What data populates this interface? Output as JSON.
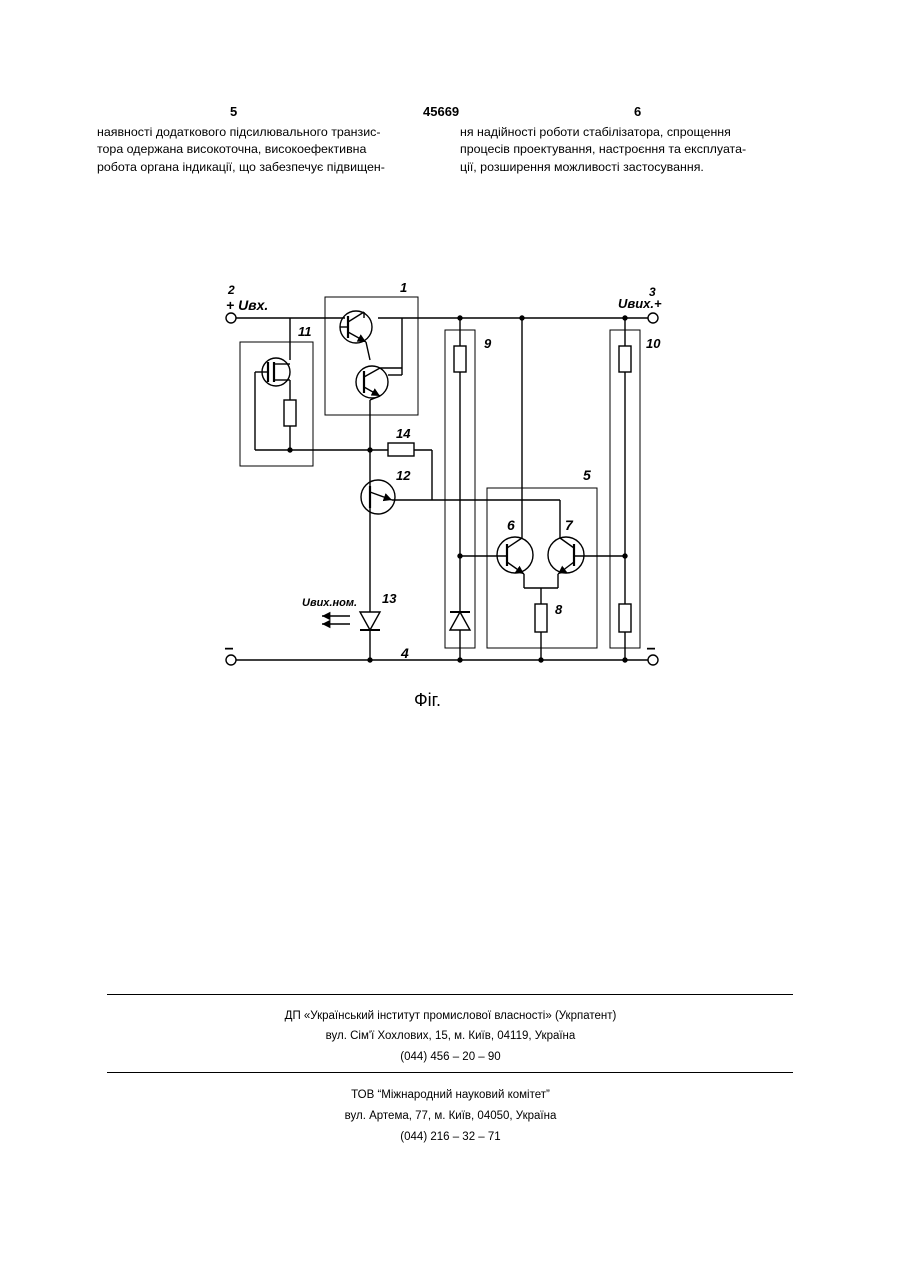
{
  "header": {
    "left_page": "5",
    "patent_number": "45669",
    "right_page": "6"
  },
  "left_column": [
    "наявності додаткового підсилювального транзис-",
    "тора одержана високоточна, високоефективна",
    "робота органа індикації, що забезпечує підвищен-"
  ],
  "right_column": [
    "ня надійності роботи стабілізатора, спрощення",
    "процесів проектування, настроєння та експлуата-",
    "ції, розширення можливості застосування."
  ],
  "figure": {
    "caption": "Фіг.",
    "labels": {
      "n1": "1",
      "n2": "2",
      "n3": "3",
      "n4": "4",
      "n5": "5",
      "n6": "6",
      "n7": "7",
      "n8": "8",
      "n9": "9",
      "n10": "10",
      "n11": "11",
      "n12": "12",
      "n13": "13",
      "n14": "14",
      "u_in": "+ Uвх.",
      "u_out": "Uвих.+",
      "u_nom": "Uвих.ном.",
      "minus_left": "−",
      "minus_right": "−"
    }
  },
  "footer": {
    "org1": {
      "name": "ДП «Український інститут промислової власності» (Укрпатент)",
      "address": "вул. Сім'ї Хохлових, 15, м. Київ, 04119, Україна",
      "phone": "(044) 456 – 20 –  90"
    },
    "org2": {
      "name": "ТОВ “Міжнародний науковий комітет”",
      "address": "вул. Артема, 77, м. Київ, 04050, Україна",
      "phone": "(044) 216 – 32 – 71"
    }
  }
}
